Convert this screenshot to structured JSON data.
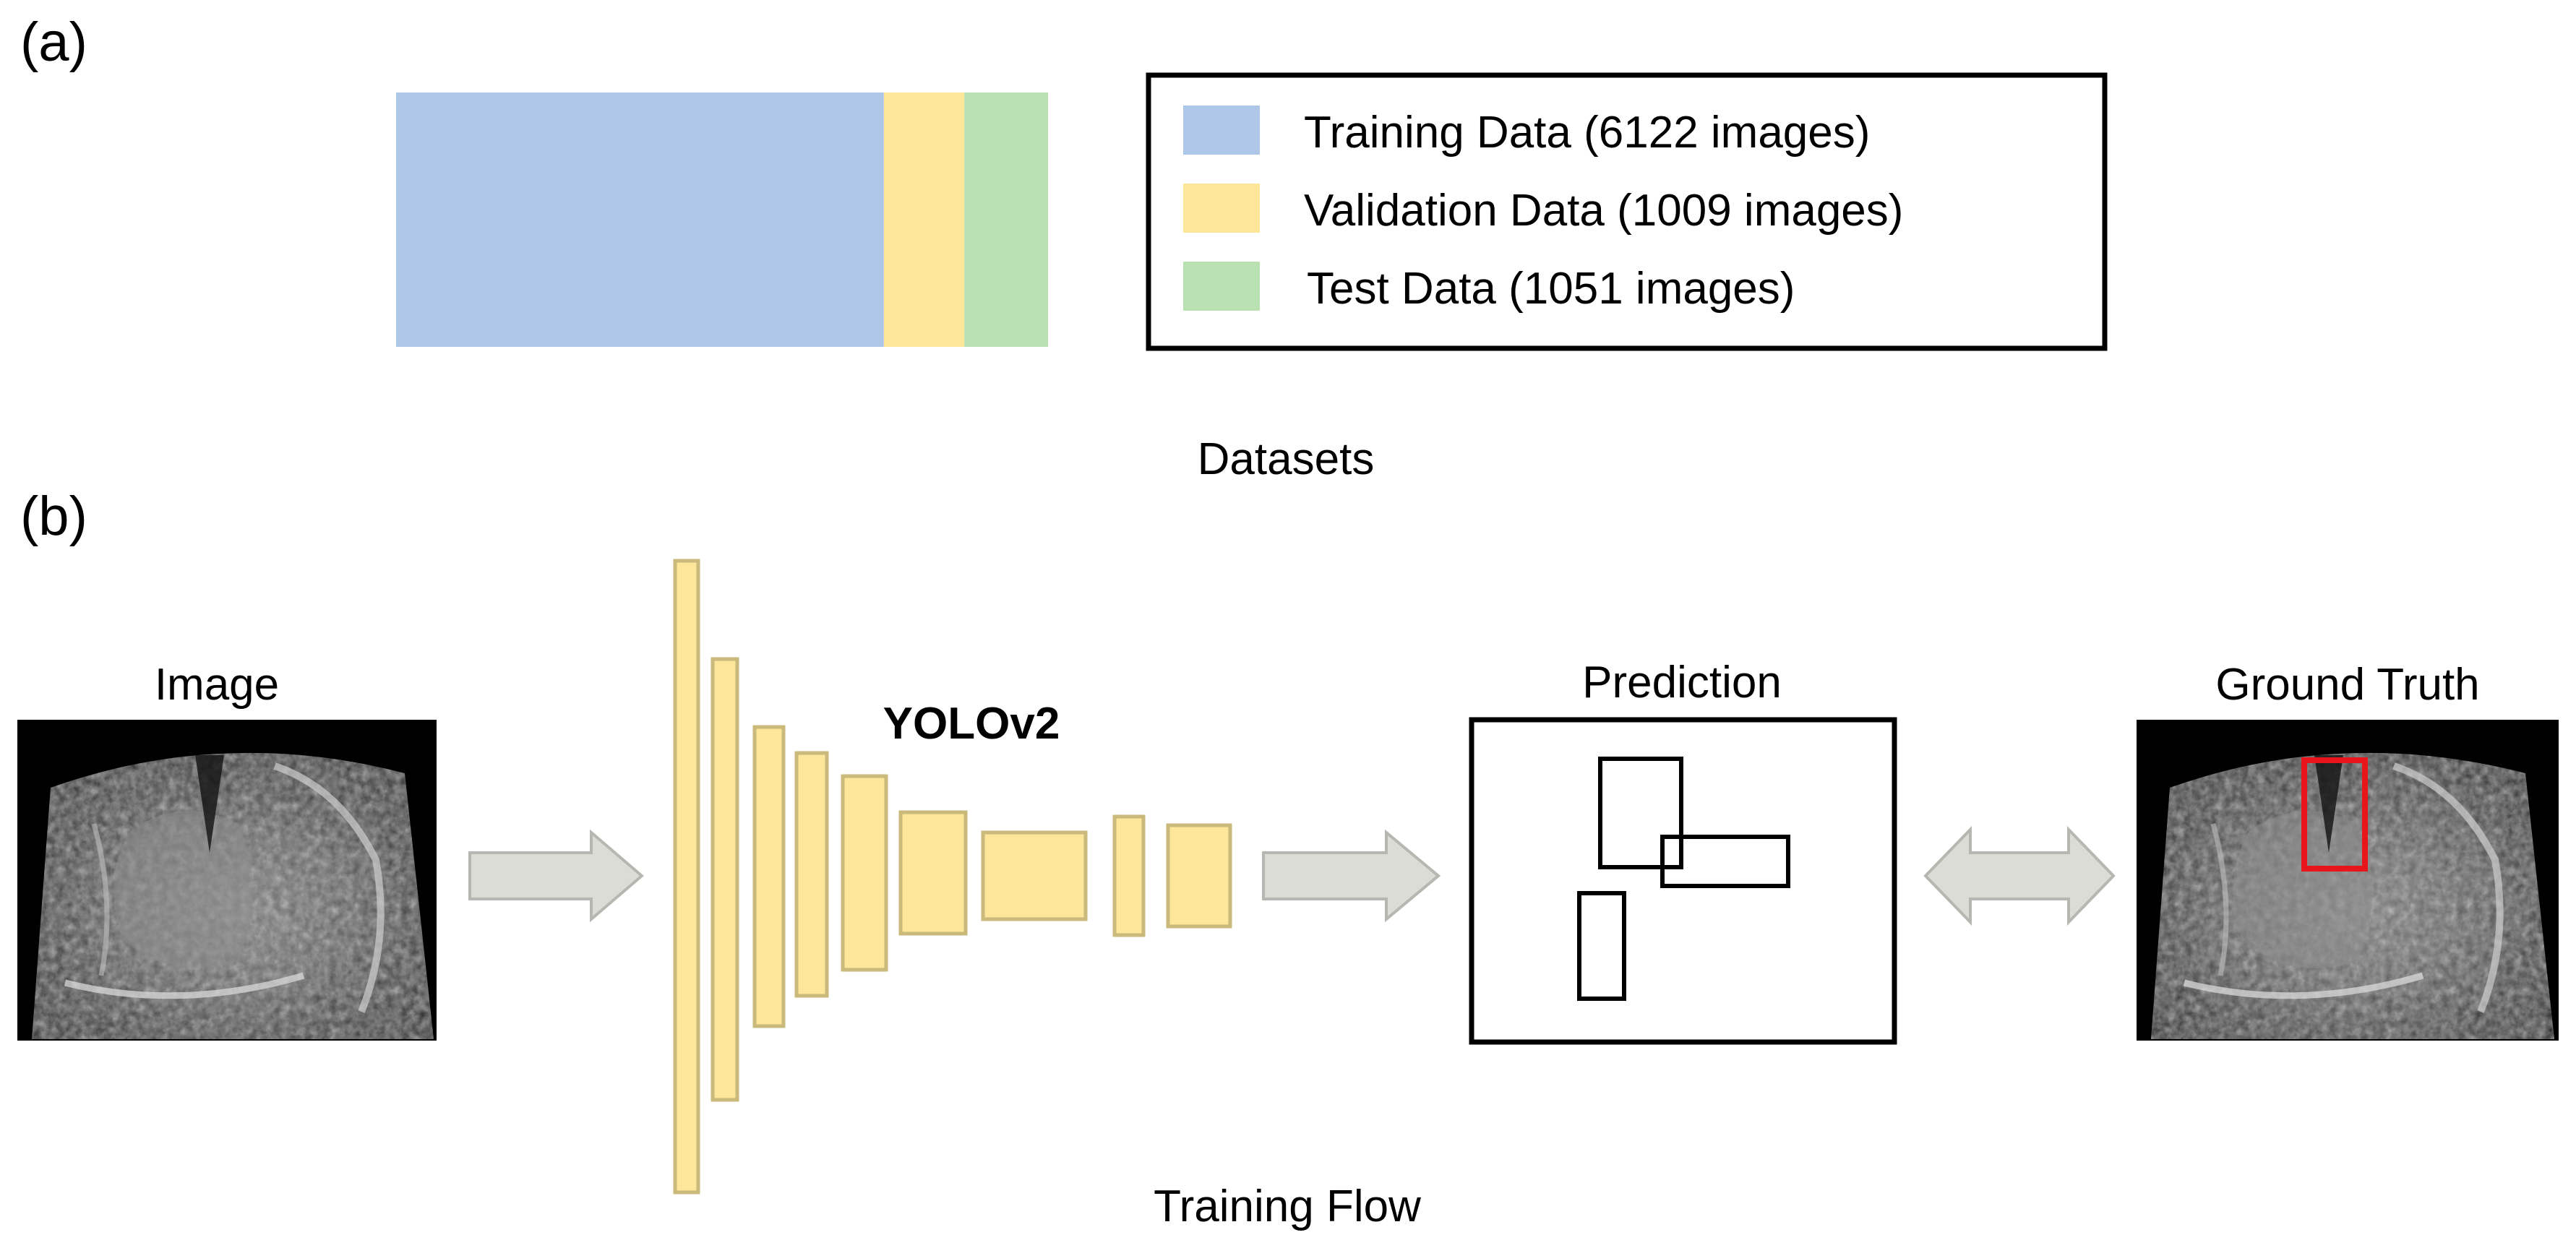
{
  "panel_a": {
    "label": "(a)",
    "caption": "Datasets",
    "colors": {
      "training": "#aec6e8",
      "validation": "#fde59a",
      "test": "#b9e1b1"
    },
    "segments": [
      {
        "key": "training",
        "count": 6122
      },
      {
        "key": "validation",
        "count": 1009
      },
      {
        "key": "test",
        "count": 1051
      }
    ],
    "legend": [
      {
        "key": "training",
        "text": "Training Data (6122 images)"
      },
      {
        "key": "validation",
        "text": "Validation Data (1009 images)"
      },
      {
        "key": "test",
        "text": "Test Data (1051 images)"
      }
    ]
  },
  "panel_b": {
    "label": "(b)",
    "caption": "Training Flow",
    "image_label": "Image",
    "model_label": "YOLOv2",
    "prediction_label": "Prediction",
    "ground_truth_label": "Ground Truth",
    "colors": {
      "layer_fill": "#fde59a",
      "layer_stroke": "#c9b97a",
      "arrow_fill": "#dcdcd6",
      "arrow_stroke": "#b7b7b1",
      "gt_box": "#e8161b"
    }
  }
}
